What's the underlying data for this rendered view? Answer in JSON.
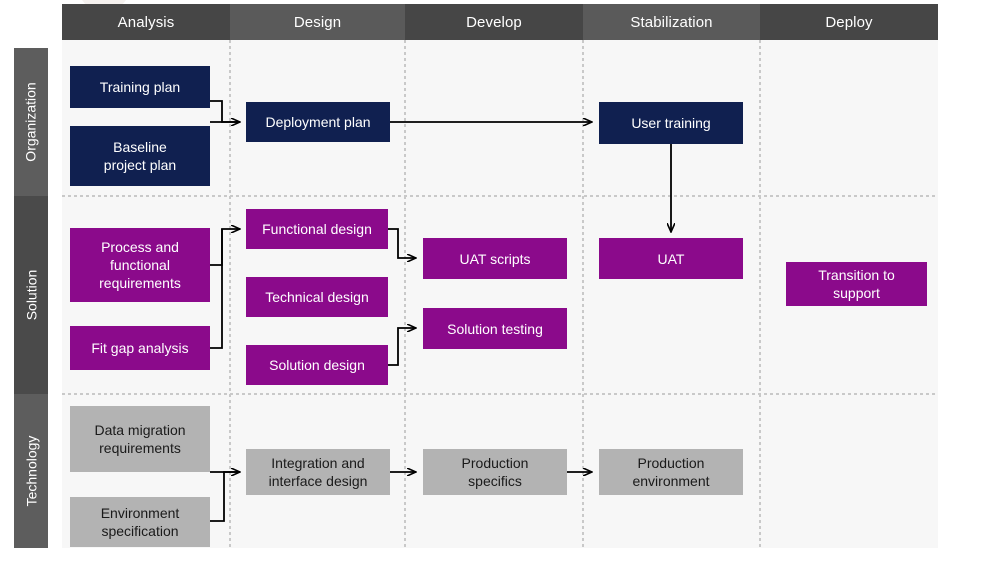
{
  "diagram": {
    "title": "Implementation roadmap swimlane",
    "colors": {
      "header_dark": "#464646",
      "header_light": "#5a5a5a",
      "row_label_dark": "#4a4a4a",
      "row_label_light": "#5d5d5d",
      "navy": "#102050",
      "purple": "#8B0A8B",
      "gray": "#b3b3b3",
      "background": "#f7f7f7",
      "gridline": "#c9c9c9",
      "connector": "#000000"
    },
    "columns": [
      {
        "id": "analysis",
        "label": "Analysis"
      },
      {
        "id": "design",
        "label": "Design"
      },
      {
        "id": "develop",
        "label": "Develop"
      },
      {
        "id": "stabilization",
        "label": "Stabilization"
      },
      {
        "id": "deploy",
        "label": "Deploy"
      }
    ],
    "rows": [
      {
        "id": "organization",
        "label": "Organization"
      },
      {
        "id": "solution",
        "label": "Solution"
      },
      {
        "id": "technology",
        "label": "Technology"
      }
    ],
    "nodes": [
      {
        "id": "training-plan",
        "label": "Training plan",
        "row": "organization",
        "column": "analysis",
        "color": "navy"
      },
      {
        "id": "baseline-project-plan",
        "label": "Baseline\nproject plan",
        "row": "organization",
        "column": "analysis",
        "color": "navy"
      },
      {
        "id": "deployment-plan",
        "label": "Deployment plan",
        "row": "organization",
        "column": "design",
        "color": "navy"
      },
      {
        "id": "user-training",
        "label": "User training",
        "row": "organization",
        "column": "stabilization",
        "color": "navy"
      },
      {
        "id": "process-functional-requirements",
        "label": "Process and\nfunctional\nrequirements",
        "row": "solution",
        "column": "analysis",
        "color": "purple"
      },
      {
        "id": "fit-gap-analysis",
        "label": "Fit gap analysis",
        "row": "solution",
        "column": "analysis",
        "color": "purple"
      },
      {
        "id": "functional-design",
        "label": "Functional design",
        "row": "solution",
        "column": "design",
        "color": "purple"
      },
      {
        "id": "technical-design",
        "label": "Technical design",
        "row": "solution",
        "column": "design",
        "color": "purple"
      },
      {
        "id": "solution-design",
        "label": "Solution design",
        "row": "solution",
        "column": "design",
        "color": "purple"
      },
      {
        "id": "uat-scripts",
        "label": "UAT scripts",
        "row": "solution",
        "column": "develop",
        "color": "purple"
      },
      {
        "id": "solution-testing",
        "label": "Solution testing",
        "row": "solution",
        "column": "develop",
        "color": "purple"
      },
      {
        "id": "uat",
        "label": "UAT",
        "row": "solution",
        "column": "stabilization",
        "color": "purple"
      },
      {
        "id": "transition-to-support",
        "label": "Transition to\nsupport",
        "row": "solution",
        "column": "deploy",
        "color": "purple"
      },
      {
        "id": "data-migration-requirements",
        "label": "Data migration\nrequirements",
        "row": "technology",
        "column": "analysis",
        "color": "gray"
      },
      {
        "id": "environment-specification",
        "label": "Environment\nspecification",
        "row": "technology",
        "column": "analysis",
        "color": "gray"
      },
      {
        "id": "integration-interface-design",
        "label": "Integration and\ninterface design",
        "row": "technology",
        "column": "design",
        "color": "gray"
      },
      {
        "id": "production-specifics",
        "label": "Production\nspecifics",
        "row": "technology",
        "column": "develop",
        "color": "gray"
      },
      {
        "id": "production-environment",
        "label": "Production\nenvironment",
        "row": "technology",
        "column": "stabilization",
        "color": "gray"
      }
    ],
    "connectors": [
      {
        "from": "training-plan",
        "to": "deployment-plan"
      },
      {
        "from": "baseline-project-plan",
        "to": "deployment-plan"
      },
      {
        "from": "deployment-plan",
        "to": "user-training"
      },
      {
        "from": "user-training",
        "to": "uat"
      },
      {
        "from": "process-functional-requirements",
        "to": "functional-design"
      },
      {
        "from": "fit-gap-analysis",
        "to": "functional-design"
      },
      {
        "from": "functional-design",
        "to": "uat-scripts"
      },
      {
        "from": "solution-design",
        "to": "solution-testing"
      },
      {
        "from": "data-migration-requirements",
        "to": "integration-interface-design"
      },
      {
        "from": "environment-specification",
        "to": "integration-interface-design"
      },
      {
        "from": "integration-interface-design",
        "to": "production-specifics"
      },
      {
        "from": "production-specifics",
        "to": "production-environment"
      }
    ]
  }
}
